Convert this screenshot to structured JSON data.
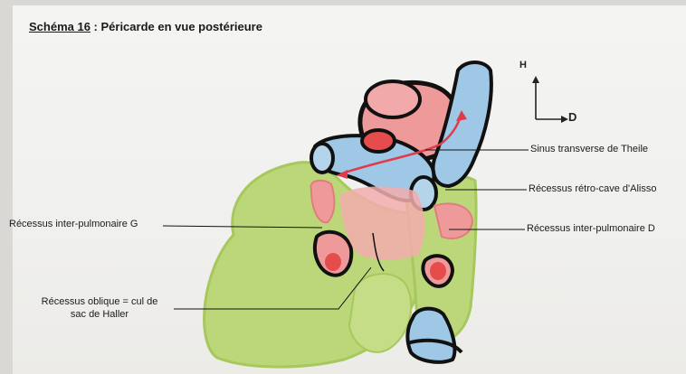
{
  "title": {
    "number": "Schéma 16",
    "text": " : Péricarde en vue postérieure"
  },
  "axes": {
    "up": "H",
    "right": "D"
  },
  "labels": {
    "sinus_transverse": "Sinus transverse de Theile",
    "recessus_retro_cave": "Récessus rétro-cave d'Alisso",
    "recessus_inter_pulm_d": "Récessus inter-pulmonaire D",
    "recessus_inter_pulm_g": "Récessus inter-pulmonaire G",
    "recessus_oblique_line1": "Récessus oblique = cul de",
    "recessus_oblique_line2": "sac de Haller"
  },
  "colors": {
    "pericardium_green": "#bcd77a",
    "pericardium_edge": "#a6c85c",
    "vessel_blue": "#9fc7e6",
    "muscle_pink": "#ef9a9a",
    "vessel_red": "#e74c4c",
    "arrow_red": "#e03b4b",
    "outline": "#111111"
  }
}
